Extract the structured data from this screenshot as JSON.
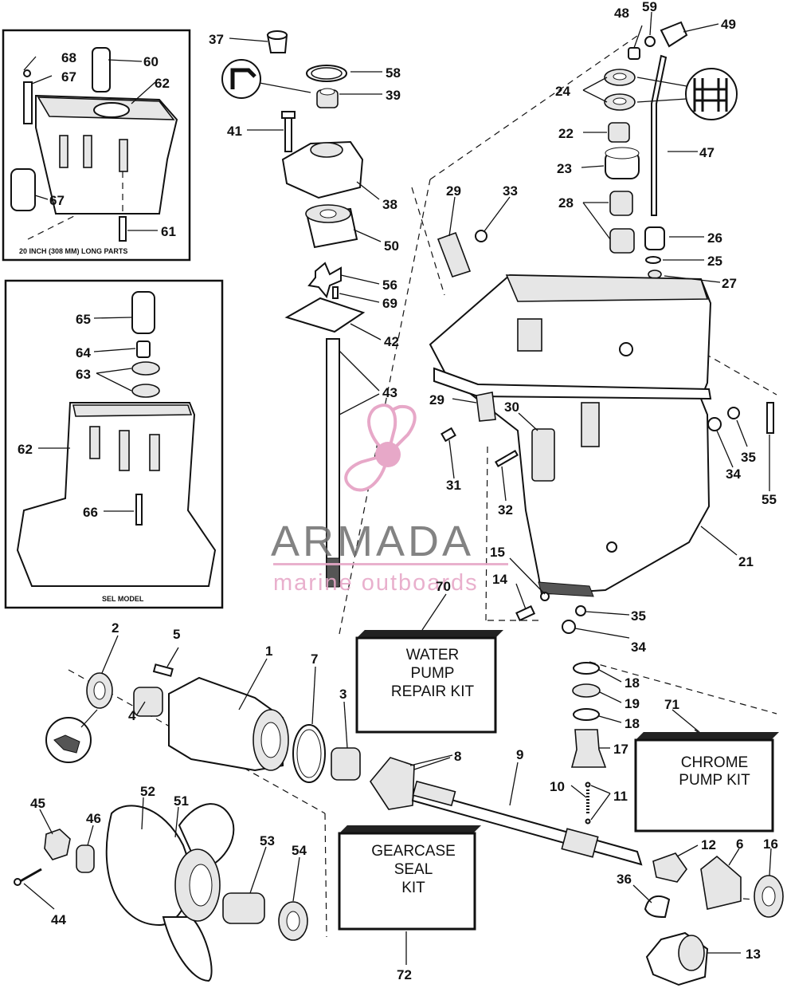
{
  "watermark": {
    "brand": "ARMADA",
    "tagline": "marine outboards",
    "color_brand": "#6e6e6e",
    "color_accent": "#e7a8c8"
  },
  "insets": {
    "long_parts_caption": "20 INCH (308 MM) LONG PARTS",
    "sel_caption": "SEL MODEL"
  },
  "kits": {
    "water_pump": [
      "WATER",
      "PUMP",
      "REPAIR KIT"
    ],
    "chrome_pump": [
      "CHROME",
      "PUMP KIT"
    ],
    "gearcase_seal": [
      "GEARCASE",
      "SEAL",
      "KIT"
    ]
  },
  "callouts": [
    {
      "id": "c1",
      "label": "1"
    },
    {
      "id": "c2",
      "label": "2"
    },
    {
      "id": "c3",
      "label": "3"
    },
    {
      "id": "c4",
      "label": "4"
    },
    {
      "id": "c5",
      "label": "5"
    },
    {
      "id": "c6",
      "label": "6"
    },
    {
      "id": "c7",
      "label": "7"
    },
    {
      "id": "c8",
      "label": "8"
    },
    {
      "id": "c9",
      "label": "9"
    },
    {
      "id": "c10",
      "label": "10"
    },
    {
      "id": "c11",
      "label": "11"
    },
    {
      "id": "c12",
      "label": "12"
    },
    {
      "id": "c13",
      "label": "13"
    },
    {
      "id": "c14",
      "label": "14"
    },
    {
      "id": "c15",
      "label": "15"
    },
    {
      "id": "c16",
      "label": "16"
    },
    {
      "id": "c17",
      "label": "17"
    },
    {
      "id": "c18a",
      "label": "18"
    },
    {
      "id": "c18b",
      "label": "18"
    },
    {
      "id": "c19",
      "label": "19"
    },
    {
      "id": "c21",
      "label": "21"
    },
    {
      "id": "c22",
      "label": "22"
    },
    {
      "id": "c23",
      "label": "23"
    },
    {
      "id": "c24",
      "label": "24"
    },
    {
      "id": "c25",
      "label": "25"
    },
    {
      "id": "c26",
      "label": "26"
    },
    {
      "id": "c27",
      "label": "27"
    },
    {
      "id": "c28",
      "label": "28"
    },
    {
      "id": "c29a",
      "label": "29"
    },
    {
      "id": "c29b",
      "label": "29"
    },
    {
      "id": "c30",
      "label": "30"
    },
    {
      "id": "c31",
      "label": "31"
    },
    {
      "id": "c32",
      "label": "32"
    },
    {
      "id": "c33",
      "label": "33"
    },
    {
      "id": "c34a",
      "label": "34"
    },
    {
      "id": "c34b",
      "label": "34"
    },
    {
      "id": "c35a",
      "label": "35"
    },
    {
      "id": "c35b",
      "label": "35"
    },
    {
      "id": "c36",
      "label": "36"
    },
    {
      "id": "c37",
      "label": "37"
    },
    {
      "id": "c38",
      "label": "38"
    },
    {
      "id": "c39",
      "label": "39"
    },
    {
      "id": "c41",
      "label": "41"
    },
    {
      "id": "c42",
      "label": "42"
    },
    {
      "id": "c43",
      "label": "43"
    },
    {
      "id": "c44",
      "label": "44"
    },
    {
      "id": "c45",
      "label": "45"
    },
    {
      "id": "c46",
      "label": "46"
    },
    {
      "id": "c47",
      "label": "47"
    },
    {
      "id": "c48",
      "label": "48"
    },
    {
      "id": "c49",
      "label": "49"
    },
    {
      "id": "c50",
      "label": "50"
    },
    {
      "id": "c51",
      "label": "51"
    },
    {
      "id": "c52",
      "label": "52"
    },
    {
      "id": "c53",
      "label": "53"
    },
    {
      "id": "c54",
      "label": "54"
    },
    {
      "id": "c55",
      "label": "55"
    },
    {
      "id": "c56",
      "label": "56"
    },
    {
      "id": "c58",
      "label": "58"
    },
    {
      "id": "c59",
      "label": "59"
    },
    {
      "id": "c60",
      "label": "60"
    },
    {
      "id": "c61",
      "label": "61"
    },
    {
      "id": "c62a",
      "label": "62"
    },
    {
      "id": "c62b",
      "label": "62"
    },
    {
      "id": "c63",
      "label": "63"
    },
    {
      "id": "c64",
      "label": "64"
    },
    {
      "id": "c65",
      "label": "65"
    },
    {
      "id": "c66",
      "label": "66"
    },
    {
      "id": "c67a",
      "label": "67"
    },
    {
      "id": "c67b",
      "label": "67"
    },
    {
      "id": "c68",
      "label": "68"
    },
    {
      "id": "c69",
      "label": "69"
    },
    {
      "id": "c70",
      "label": "70"
    },
    {
      "id": "c71",
      "label": "71"
    },
    {
      "id": "c72",
      "label": "72"
    }
  ]
}
